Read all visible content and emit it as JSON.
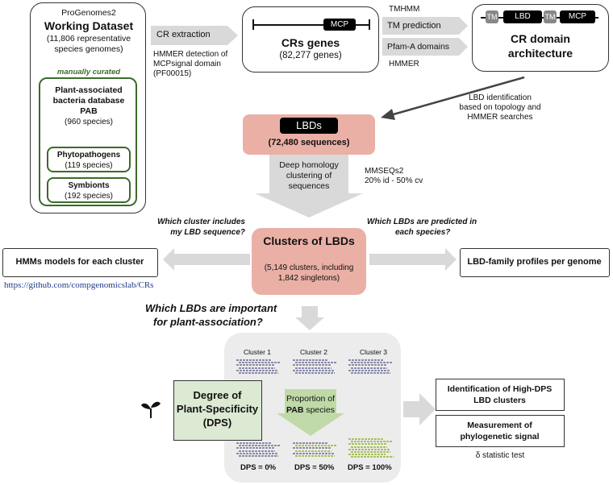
{
  "progenomes": {
    "header": "ProGenomes2",
    "title": "Working Dataset",
    "subtitle": "(11,806 representative species genomes)",
    "curated": "manually curated",
    "pab_title1": "Plant-associated",
    "pab_title2": "bacteria database",
    "pab_title3": "PAB",
    "pab_count": "(960 species)",
    "phyto_title": "Phytopathogens",
    "phyto_count": "(119 species)",
    "symb_title": "Symbionts",
    "symb_count": "(192 species)"
  },
  "cr_extraction": {
    "label": "CR extraction",
    "method1": "HMMER detection of",
    "method2": "MCPsignal domain",
    "method3": "(PF00015)"
  },
  "cr_genes": {
    "mcp_label": "MCP",
    "title": "CRs genes",
    "count": "(82,277 genes)"
  },
  "prediction": {
    "tmhmm": "TMHMM",
    "tm_prediction": "TM  prediction",
    "pfam": "Pfam-A domains",
    "hmmer": "HMMER"
  },
  "domain_arch": {
    "tm1": "TM",
    "lbd": "LBD",
    "tm2": "TM",
    "mcp": "MCP",
    "title1": "CR domain",
    "title2": "architecture"
  },
  "lbd_identification": {
    "line1": "LBD identification",
    "line2": "based on topology and",
    "line3": "HMMER searches"
  },
  "lbds": {
    "label": "LBDs",
    "count": "(72,480 sequences)"
  },
  "clustering": {
    "line1": "Deep homology",
    "line2": "clustering of",
    "line3": "sequences",
    "tool": "MMSEQs2",
    "params": "20% id - 50% cv"
  },
  "questions": {
    "q1_line1": "Which cluster includes",
    "q1_line2": "my LBD sequence?",
    "q2_line1": "Which LBDs are predicted in",
    "q2_line2": "each species?",
    "q3_line1": "Which LBDs are important",
    "q3_line2": "for plant-association?"
  },
  "clusters": {
    "title": "Clusters of LBDs",
    "line1": "(5,149 clusters, including",
    "line2": "1,842 singletons)"
  },
  "hmm_models": "HMMs models for each cluster",
  "github_url": "https://github.com/compgenomicslab/CRs",
  "lbd_family": "LBD-family profiles per genome",
  "dps_panel": {
    "cluster1": "Cluster 1",
    "cluster2": "Cluster 2",
    "cluster3": "Cluster 3",
    "dps_title1": "Degree of",
    "dps_title2": "Plant-Specificity",
    "dps_title3": "(DPS)",
    "proportion_line1": "Proportion of",
    "proportion_pab": "PAB",
    "proportion_line2": " species",
    "dps0": "DPS = 0%",
    "dps50": "DPS = 50%",
    "dps100": "DPS = 100%"
  },
  "outputs": {
    "high_dps1": "Identification of High-DPS",
    "high_dps2": "LBD clusters",
    "phylo1": "Measurement of",
    "phylo2": "phylogenetic signal",
    "delta": "δ statistic test"
  },
  "colors": {
    "lbd_fill": "#eab0a6",
    "dps_fill": "#dce9d3",
    "green_border": "#3b6b2a",
    "arrow_gray": "#d9d9d9",
    "panel_gray": "#ececec",
    "link_blue": "#1f3c88",
    "seq_gray": "#8b8baa",
    "seq_green": "#a8c060"
  }
}
